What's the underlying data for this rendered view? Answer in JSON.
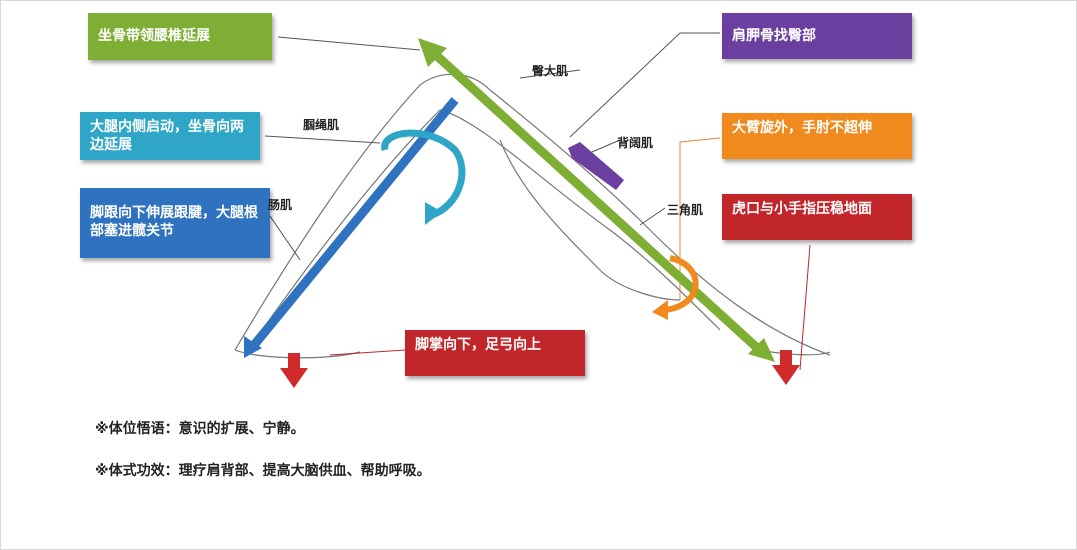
{
  "boxes": {
    "sit_bone": "坐骨带领腰椎延展",
    "inner_thigh": "大腿内侧启动，坐骨向两边延展",
    "heel": "脚跟向下伸展跟腱，大腿根部塞进髋关节",
    "scapula": "肩胛骨找臀部",
    "upper_arm": "大臂旋外，手肘不超伸",
    "hand": "虎口与小手指压稳地面",
    "foot": "脚掌向下，足弓向上"
  },
  "muscles": {
    "gluteus": "臀大肌",
    "hamstring": "腘绳肌",
    "calf": "肠肌",
    "latissimus": "背阔肌",
    "deltoid": "三角肌"
  },
  "notes": {
    "posture": "※体位悟语：意识的扩展、宁静。",
    "benefit": "※体式功效：理疗肩背部、提高大脑供血、帮助呼吸。"
  },
  "colors": {
    "green": "#7fae35",
    "cyan": "#2fa6c8",
    "blue": "#2f73c0",
    "purple": "#6a3fa0",
    "orange": "#f08a1c",
    "red": "#c0262a"
  }
}
